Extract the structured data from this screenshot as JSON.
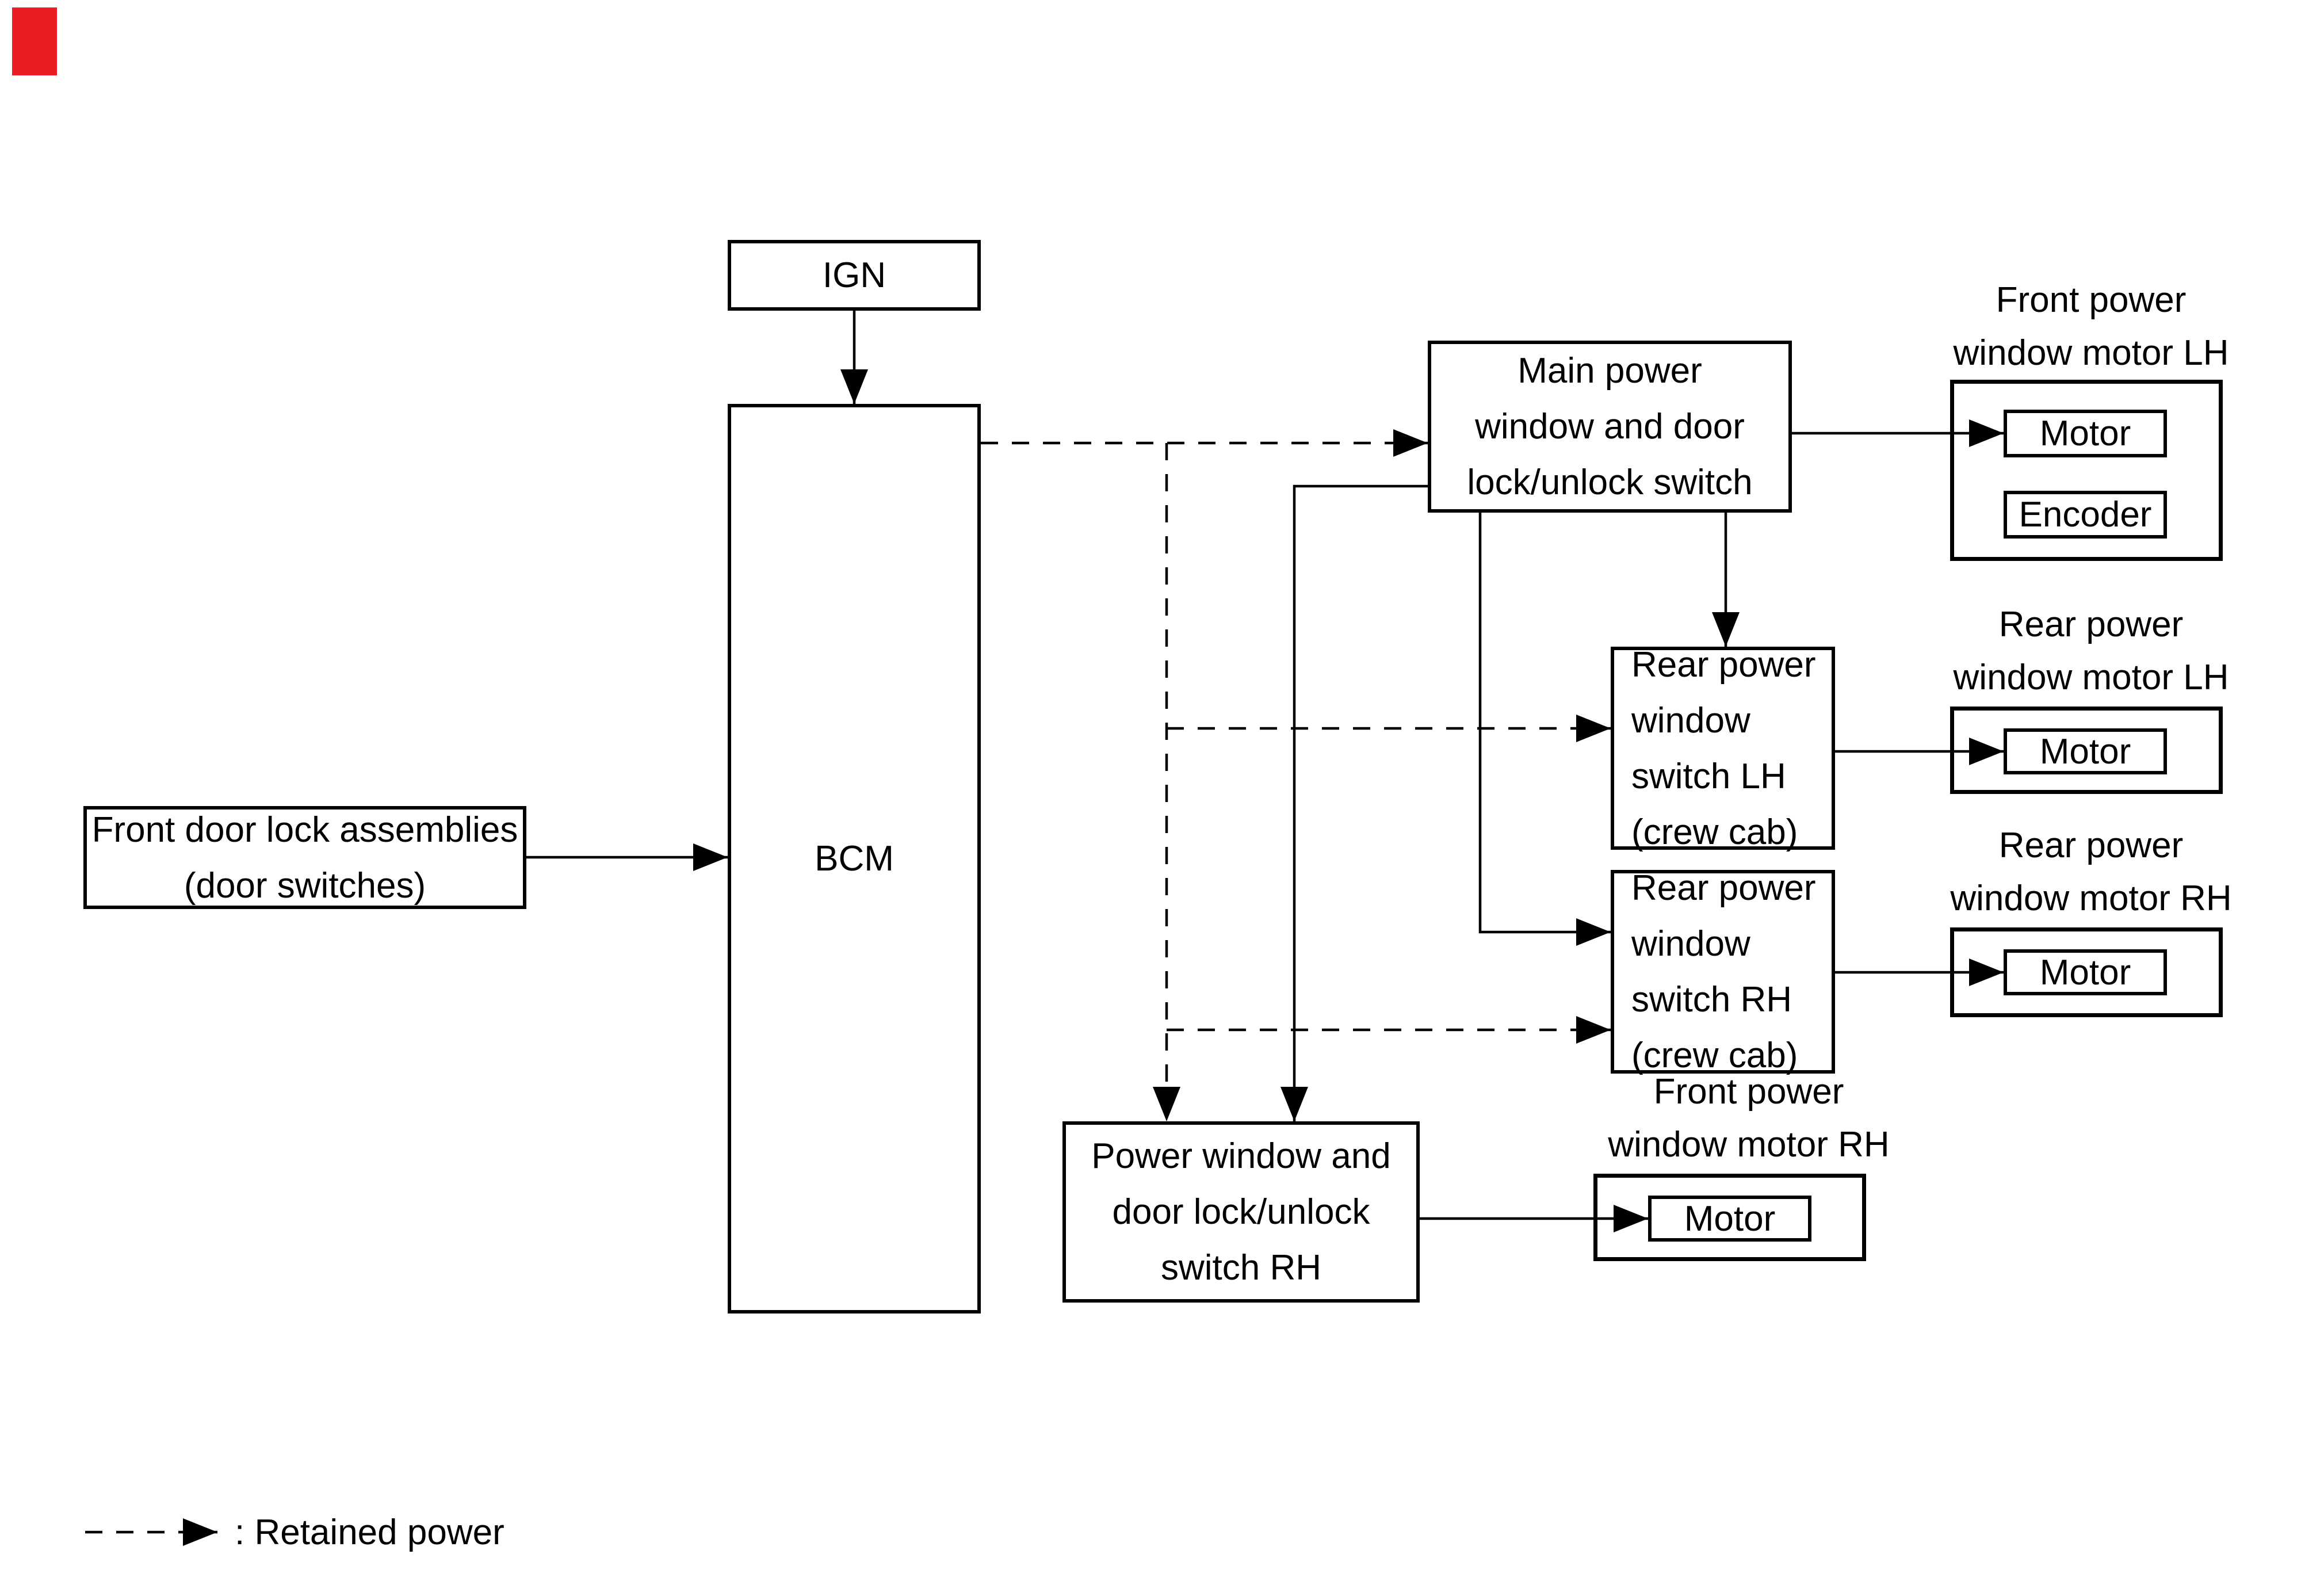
{
  "diagram": {
    "background": "#ffffff",
    "line_color": "#000000",
    "red_marker_color": "#ec1c24"
  },
  "nodes": {
    "ign": {
      "label": "IGN"
    },
    "bcm": {
      "label": "BCM"
    },
    "front_door_lock": {
      "lines": [
        "Front door lock assemblies",
        "(door switches)"
      ]
    },
    "main_switch": {
      "lines": [
        "Main power",
        "window and door",
        "lock/unlock switch"
      ]
    },
    "rear_switch_lh": {
      "lines": [
        "Rear power",
        "window",
        "switch LH",
        "(crew cab)"
      ]
    },
    "rear_switch_rh": {
      "lines": [
        "Rear power",
        "window",
        "switch RH",
        "(crew cab)"
      ]
    },
    "pw_switch_rh": {
      "lines": [
        "Power window and",
        "door lock/unlock",
        "switch RH"
      ]
    }
  },
  "motor_units": {
    "front_lh": {
      "label_lines": [
        "Front power",
        "window motor LH"
      ],
      "parts": [
        "Motor",
        "Encoder"
      ]
    },
    "rear_lh": {
      "label_lines": [
        "Rear power",
        "window motor LH"
      ],
      "parts": [
        "Motor"
      ]
    },
    "rear_rh": {
      "label_lines": [
        "Rear power",
        "window motor RH"
      ],
      "parts": [
        "Motor"
      ]
    },
    "front_rh": {
      "label_lines": [
        "Front power",
        "window motor RH"
      ],
      "parts": [
        "Motor"
      ]
    }
  },
  "legend": {
    "label": ": Retained power"
  }
}
